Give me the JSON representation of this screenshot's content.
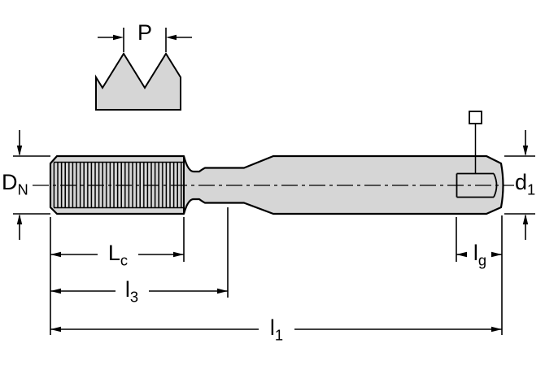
{
  "colors": {
    "body-fill": "#d6d6d6",
    "line": "#000000",
    "background": "#ffffff"
  },
  "labels": {
    "p": {
      "main": "P",
      "sub": ""
    },
    "dn": {
      "main": "D",
      "sub": "N"
    },
    "d1": {
      "main": "d",
      "sub": "1"
    },
    "lc": {
      "main": "L",
      "sub": "c"
    },
    "l3": {
      "main": "l",
      "sub": "3"
    },
    "l1": {
      "main": "l",
      "sub": "1"
    },
    "lg": {
      "main": "l",
      "sub": "g"
    }
  }
}
